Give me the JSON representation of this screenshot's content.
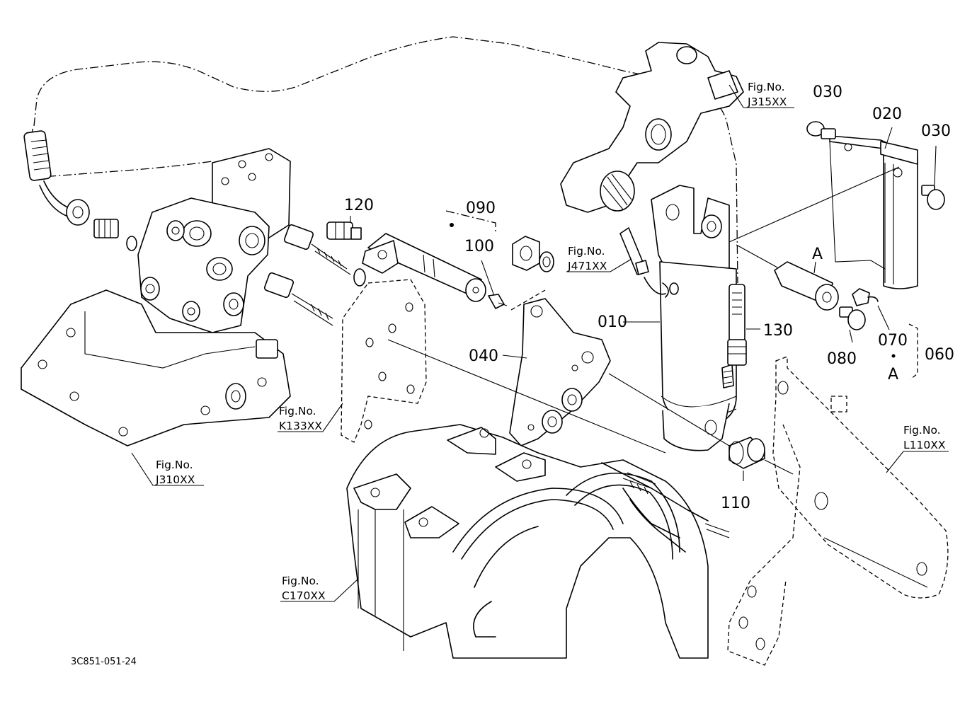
{
  "diagram": {
    "code": "3C851-051-24",
    "fig_prefix": "Fig.No.",
    "part_numbers": {
      "p010": "010",
      "p020": "020",
      "p030a": "030",
      "p030b": "030",
      "p040": "040",
      "p060": "060",
      "p070": "070",
      "p080": "080",
      "p090": "090",
      "p100": "100",
      "p110": "110",
      "p120": "120",
      "p130": "130",
      "markA1": "A",
      "markA2": "A"
    },
    "fig_refs": {
      "j315": "J315XX",
      "j471": "J471XX",
      "j310": "J310XX",
      "k133": "K133XX",
      "l110": "L110XX",
      "c170": "C170XX"
    }
  }
}
